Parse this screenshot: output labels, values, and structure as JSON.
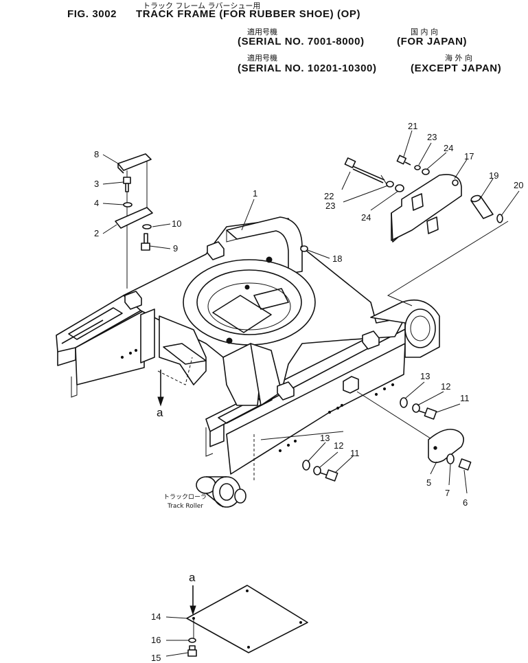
{
  "header": {
    "fig_kana": "トラック フレーム    ラバーシュー用",
    "fig_label": "FIG. 3002",
    "fig_title": "TRACK FRAME (FOR RUBBER SHOE) (OP)",
    "applic1_kana": "適用号機",
    "dest1_kana": "国 内 向",
    "serial1": "(SERIAL NO. 7001-8000)",
    "dest1": "(FOR JAPAN)",
    "applic2_kana": "適用号機",
    "dest2_kana": "海 外 向",
    "serial2": "(SERIAL NO. 10201-10300)",
    "dest2": "(EXCEPT JAPAN)"
  },
  "callouts": {
    "p1": "1",
    "p2": "2",
    "p3": "3",
    "p4": "4",
    "p5": "5",
    "p6": "6",
    "p7": "7",
    "p8": "8",
    "p9": "9",
    "p10": "10",
    "p11a": "11",
    "p11b": "11",
    "p12a": "12",
    "p12b": "12",
    "p13a": "13",
    "p13b": "13",
    "p14": "14",
    "p15": "15",
    "p16": "16",
    "p17": "17",
    "p18": "18",
    "p19": "19",
    "p20": "20",
    "p21": "21",
    "p22": "22",
    "p23a": "23",
    "p23b": "23",
    "p24a": "24",
    "p24b": "24"
  },
  "view_marker_top": "a",
  "view_marker_bottom": "a",
  "track_roller": {
    "kana": "トラックローラ",
    "label": "Track Roller"
  }
}
